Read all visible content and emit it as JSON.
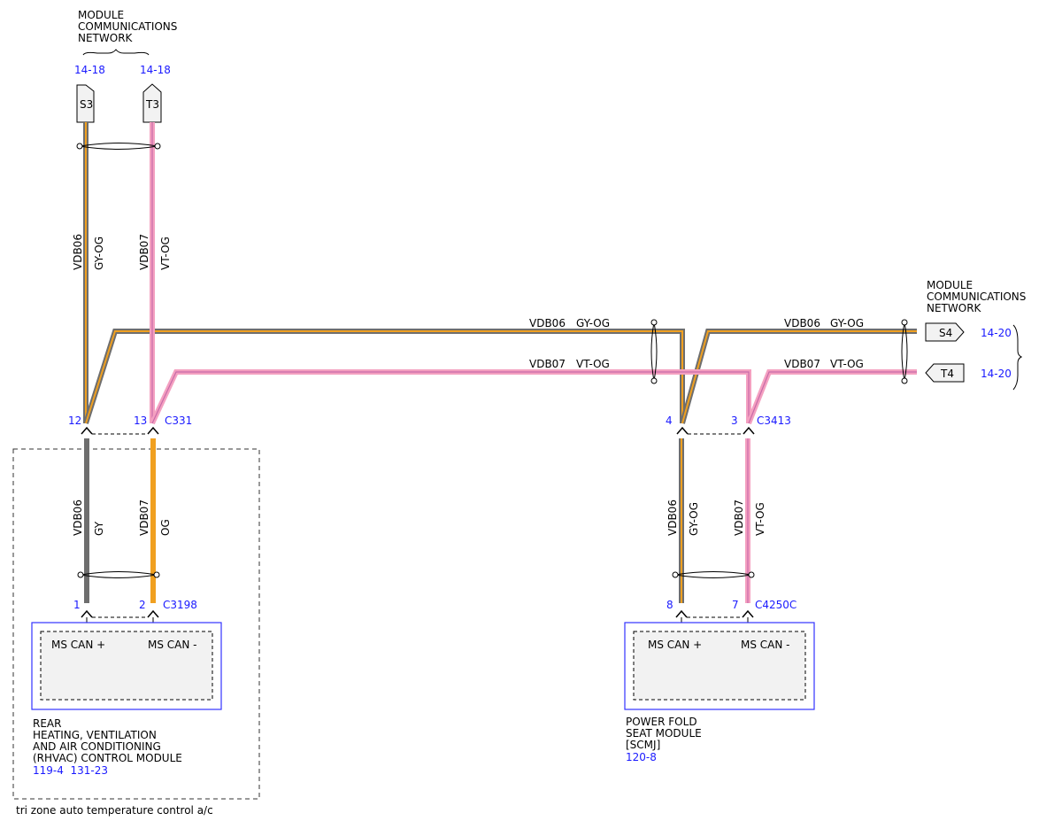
{
  "colors": {
    "gy_og_base": "#6e6e6e",
    "gy_og_stripe": "#f0a020",
    "vt_og_base": "#f4a0c0",
    "vt_og_stripe": "#c86aa8",
    "gy": "#6e6e6e",
    "og": "#f0a020",
    "ref_blue": "#1a1aff",
    "module_border": "#3333ff",
    "module_fill": "#f2f2f2"
  },
  "network_top": {
    "title_lines": [
      "MODULE",
      "COMMUNICATIONS",
      "NETWORK"
    ],
    "left_ref": "14-18",
    "right_ref": "14-18",
    "left_tag": "S3",
    "right_tag": "T3"
  },
  "network_right": {
    "title_lines": [
      "MODULE",
      "COMMUNICATIONS",
      "NETWORK"
    ],
    "top_tag": "S4",
    "bottom_tag": "T4",
    "top_ref": "14-20",
    "bottom_ref": "14-20"
  },
  "wires": {
    "top_left": {
      "circuit": "VDB06",
      "color": "GY-OG"
    },
    "top_right": {
      "circuit": "VDB07",
      "color": "VT-OG"
    },
    "horiz_mid_top": {
      "circuit": "VDB06",
      "color": "GY-OG"
    },
    "horiz_mid_bottom": {
      "circuit": "VDB07",
      "color": "VT-OG"
    },
    "horiz_right_top": {
      "circuit": "VDB06",
      "color": "GY-OG"
    },
    "horiz_right_bottom": {
      "circuit": "VDB07",
      "color": "VT-OG"
    },
    "rhvac_left": {
      "circuit": "VDB06",
      "color": "GY"
    },
    "rhvac_right": {
      "circuit": "VDB07",
      "color": "OG"
    },
    "scm_left": {
      "circuit": "VDB06",
      "color": "GY-OG"
    },
    "scm_right": {
      "circuit": "VDB07",
      "color": "VT-OG"
    }
  },
  "connectors": {
    "c331": {
      "name": "C331",
      "pin_left": "12",
      "pin_right": "13"
    },
    "c3198": {
      "name": "C3198",
      "pin_left": "1",
      "pin_right": "2"
    },
    "c3413": {
      "name": "C3413",
      "pin_left": "4",
      "pin_right": "3"
    },
    "c4250c": {
      "name": "C4250C",
      "pin_left": "8",
      "pin_right": "7"
    }
  },
  "rhvac_module": {
    "pin_plus": "MS CAN +",
    "pin_minus": "MS CAN -",
    "name_lines": [
      "REAR",
      "HEATING, VENTILATION",
      "AND AIR CONDITIONING",
      "(RHVAC) CONTROL MODULE"
    ],
    "refs": "119-4  131-23"
  },
  "scm_module": {
    "pin_plus": "MS CAN +",
    "pin_minus": "MS CAN -",
    "name_lines": [
      "POWER FOLD",
      "SEAT MODULE",
      "[SCMJ]"
    ],
    "refs": "120-8"
  },
  "option_caption": "tri zone auto temperature control a/c"
}
